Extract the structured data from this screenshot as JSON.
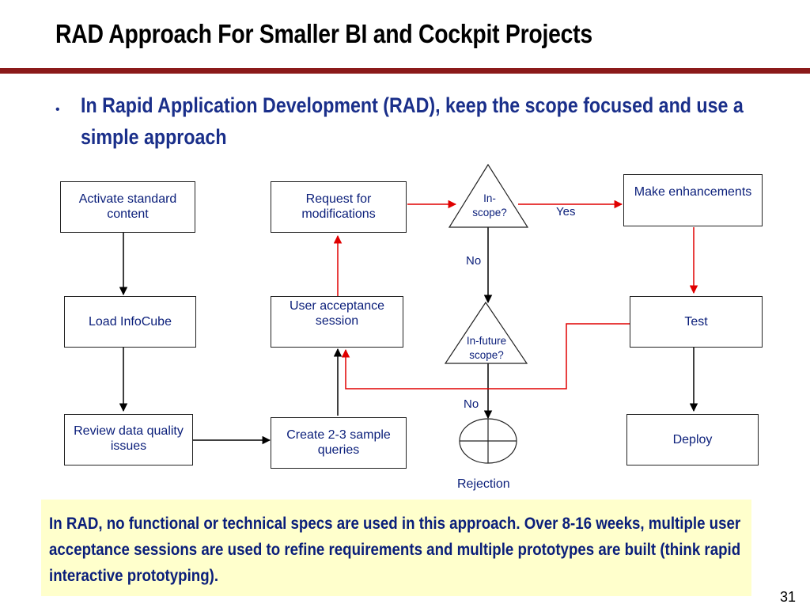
{
  "slide": {
    "title": "RAD Approach For Smaller BI and Cockpit Projects",
    "bullet": "In Rapid Application Development (RAD), keep the scope focused and use a simple approach",
    "note": "In RAD, no functional or technical specs are used in this approach. Over 8-16 weeks, multiple user acceptance sessions are used to refine requirements and multiple prototypes are built (think rapid interactive prototyping).",
    "page_number": "31"
  },
  "flow": {
    "activate": "Activate standard content",
    "load": "Load InfoCube",
    "review": "Review data quality issues",
    "request": "Request for modifications",
    "uat": "User acceptance session",
    "create": "Create 2-3 sample queries",
    "in_scope": "In-scope?",
    "in_future_scope": "In-future scope?",
    "yes": "Yes",
    "no_1": "No",
    "no_2": "No",
    "rejection": "Rejection",
    "make": "Make enhancements",
    "test": "Test",
    "deploy": "Deploy"
  },
  "colors": {
    "title_rule": "#8b1a1a",
    "text_blue": "#0a1e7a",
    "feedback_arrow": "#e00000",
    "note_bg": "#ffffcc"
  }
}
